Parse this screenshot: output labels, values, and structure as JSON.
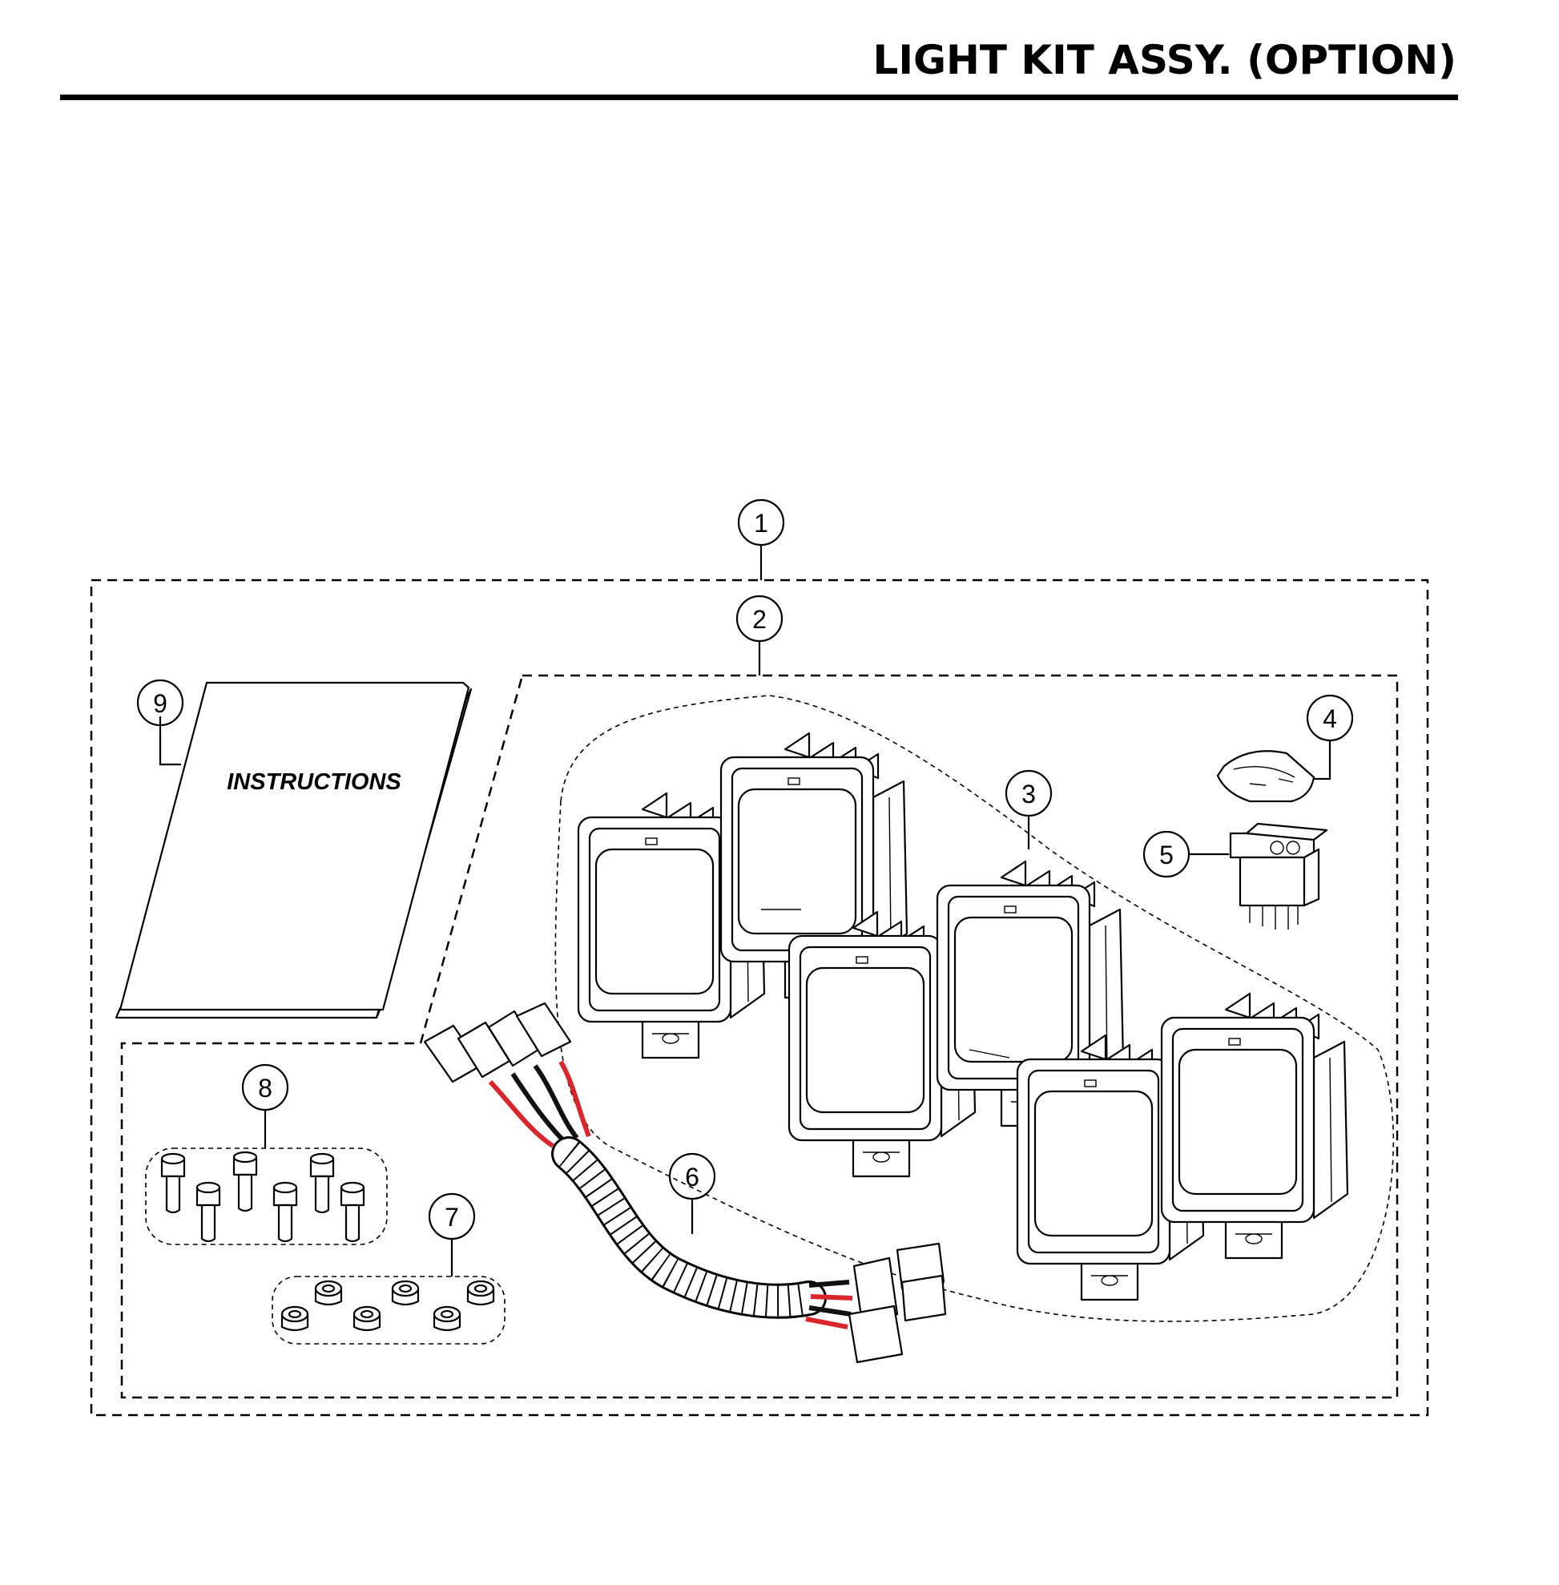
{
  "title": "LIGHT KIT ASSY. (OPTION)",
  "instructions_label": "INSTRUCTIONS",
  "callouts": [
    "1",
    "2",
    "3",
    "4",
    "5",
    "6",
    "7",
    "8",
    "9"
  ],
  "colors": {
    "ink": "#000000",
    "wire_red": "#d8262b",
    "wire_black": "#111111",
    "paper": "#ffffff"
  },
  "parts": {
    "lights_count": 6,
    "bolts_count": 6,
    "nuts_count": 6
  }
}
